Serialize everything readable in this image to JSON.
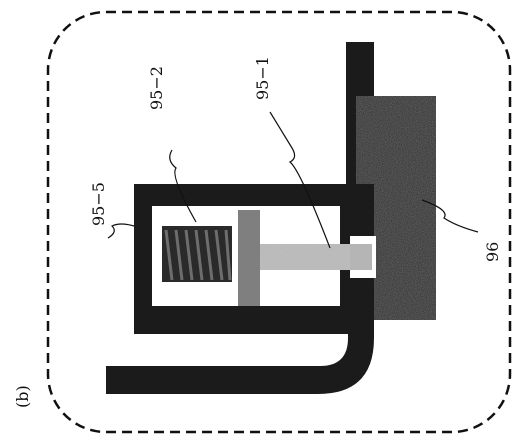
{
  "figure": {
    "panel_label": "(b)"
  },
  "labels": {
    "part_95_5": "95−5",
    "part_95_2": "95−2",
    "part_95_1": "95−1",
    "part_96": "96"
  },
  "colors": {
    "dark": "#1b1b1b",
    "medium_gray": "#7f7f7f",
    "light_gray": "#b5b5b5",
    "line": "#111111",
    "background": "#ffffff"
  }
}
